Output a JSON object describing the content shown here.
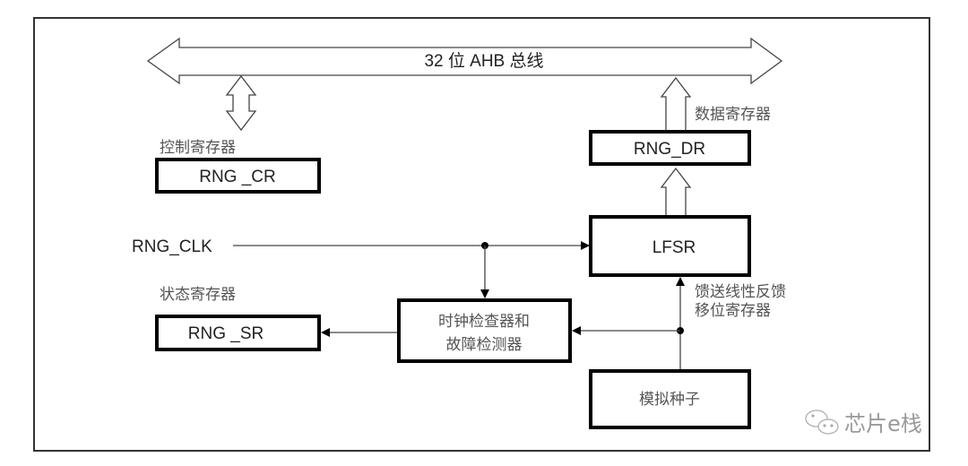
{
  "diagram": {
    "bus": {
      "label": "32 位 AHB 总线"
    },
    "control_register": {
      "caption": "控制寄存器",
      "name": "RNG _CR"
    },
    "data_register": {
      "caption": "数据寄存器",
      "name": "RNG_DR"
    },
    "status_register": {
      "caption": "状态寄存器",
      "name": "RNG _SR"
    },
    "clock_input": {
      "label": "RNG_CLK"
    },
    "lfsr": {
      "name": "LFSR",
      "caption_line1": "馈送线性反馈",
      "caption_line2": "移位寄存器"
    },
    "clock_checker": {
      "line1": "时钟检查器和",
      "line2": "故障检测器"
    },
    "analog_seed": {
      "name": "模拟种子"
    },
    "edges": [
      {
        "from": "RNG_CR",
        "to": "bus",
        "type": "bidirectional-bus"
      },
      {
        "from": "RNG_DR",
        "to": "bus",
        "type": "bus"
      },
      {
        "from": "LFSR",
        "to": "RNG_DR",
        "type": "bus"
      },
      {
        "from": "RNG_CLK",
        "to": "LFSR",
        "type": "signal"
      },
      {
        "from": "RNG_CLK",
        "to": "clock_checker",
        "type": "signal"
      },
      {
        "from": "analog_seed",
        "to": "LFSR",
        "type": "signal"
      },
      {
        "from": "analog_seed",
        "to": "clock_checker",
        "type": "signal"
      },
      {
        "from": "clock_checker",
        "to": "RNG_SR",
        "type": "signal"
      }
    ]
  },
  "watermark": {
    "icon": "wechat-icon",
    "text": "芯片e栈"
  }
}
